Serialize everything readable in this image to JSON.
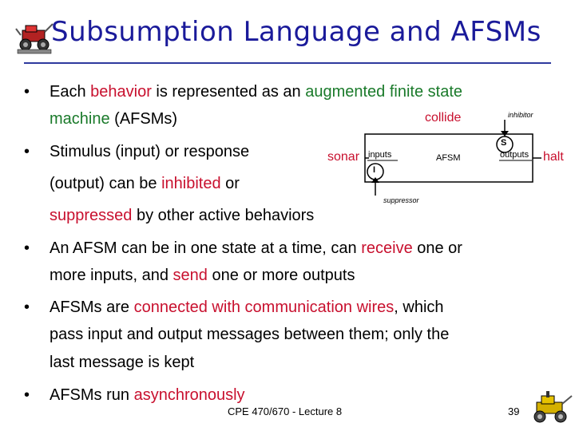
{
  "slide": {
    "title": "Subsumption Language and AFSMs",
    "bullet_char": "•",
    "b1": {
      "t1": "Each ",
      "t2": "behavior",
      "t3": " is represented as an ",
      "t4": "augmented finite state",
      "t5": "machine",
      "t6": " (AFSMs)"
    },
    "b2": {
      "t1": "Stimulus (input) or response",
      "t2": "(output) can be ",
      "t3": "inhibited",
      "t4": " or",
      "t5": "suppressed",
      "t6": " by other active behaviors"
    },
    "b3": {
      "t1": "An AFSM can be in one state at a time, can ",
      "t2": "receive",
      "t3": " one or",
      "t4": "more inputs, and ",
      "t5": "send",
      "t6": " one or more outputs"
    },
    "b4": {
      "t1": "AFSMs are ",
      "t2": "connected with communication wires",
      "t3": ", which",
      "t4": "pass input and output messages between them; only the",
      "t5": "last message is kept"
    },
    "b5": {
      "t1": "AFSMs run ",
      "t2": "asynchronously"
    },
    "footer": "CPE 470/670 - Lecture 8",
    "page_number": "39"
  },
  "diagram": {
    "collide": "collide",
    "inhibitor": "inhibitor",
    "sonar": "sonar",
    "inputs": "inputs",
    "afsm": "AFSM",
    "outputs": "outputs",
    "halt": "halt",
    "s_node": "S",
    "i_node": "I",
    "suppressor": "suppressor"
  },
  "colors": {
    "title": "#1a1a9a",
    "red": "#c8102e",
    "green": "#1a7a2a",
    "rule": "#2e3a9e"
  },
  "icons": [
    "robot-illustration",
    "robot-illustration-small"
  ]
}
